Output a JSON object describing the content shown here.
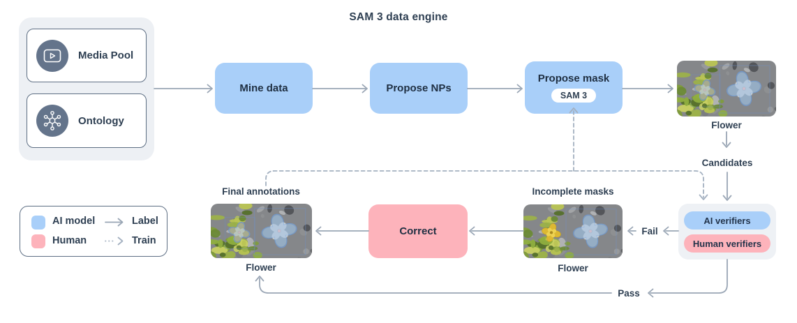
{
  "title": "SAM 3 data engine",
  "colors": {
    "ai_model_blue": "#a9cff9",
    "human_pink": "#fdb3bb",
    "arrow_gray": "#9aa6b5",
    "train_dash_gray": "#a3b0c0",
    "panel_gray": "#edf0f4",
    "navy_text": "#2e3f52"
  },
  "sources": {
    "media_pool_label": "Media Pool",
    "ontology_label": "Ontology"
  },
  "pipeline": {
    "mine_data_label": "Mine data",
    "propose_nps_label": "Propose NPs",
    "propose_mask_label": "Propose mask",
    "sam3_badge": "SAM 3"
  },
  "candidates_stage": {
    "image_label": "Flower",
    "candidates_label": "Candidates"
  },
  "verifiers": {
    "ai_label": "AI verifiers",
    "human_label": "Human verifiers",
    "fail_label": "Fail",
    "pass_label": "Pass"
  },
  "review": {
    "incomplete_title": "Incomplete masks",
    "incomplete_image_label": "Flower",
    "correct_label": "Correct",
    "final_title": "Final annotations",
    "final_image_label": "Flower"
  },
  "legend": {
    "ai_model_label": "AI model",
    "human_label": "Human",
    "label_arrow_label": "Label",
    "train_arrow_label": "Train"
  }
}
